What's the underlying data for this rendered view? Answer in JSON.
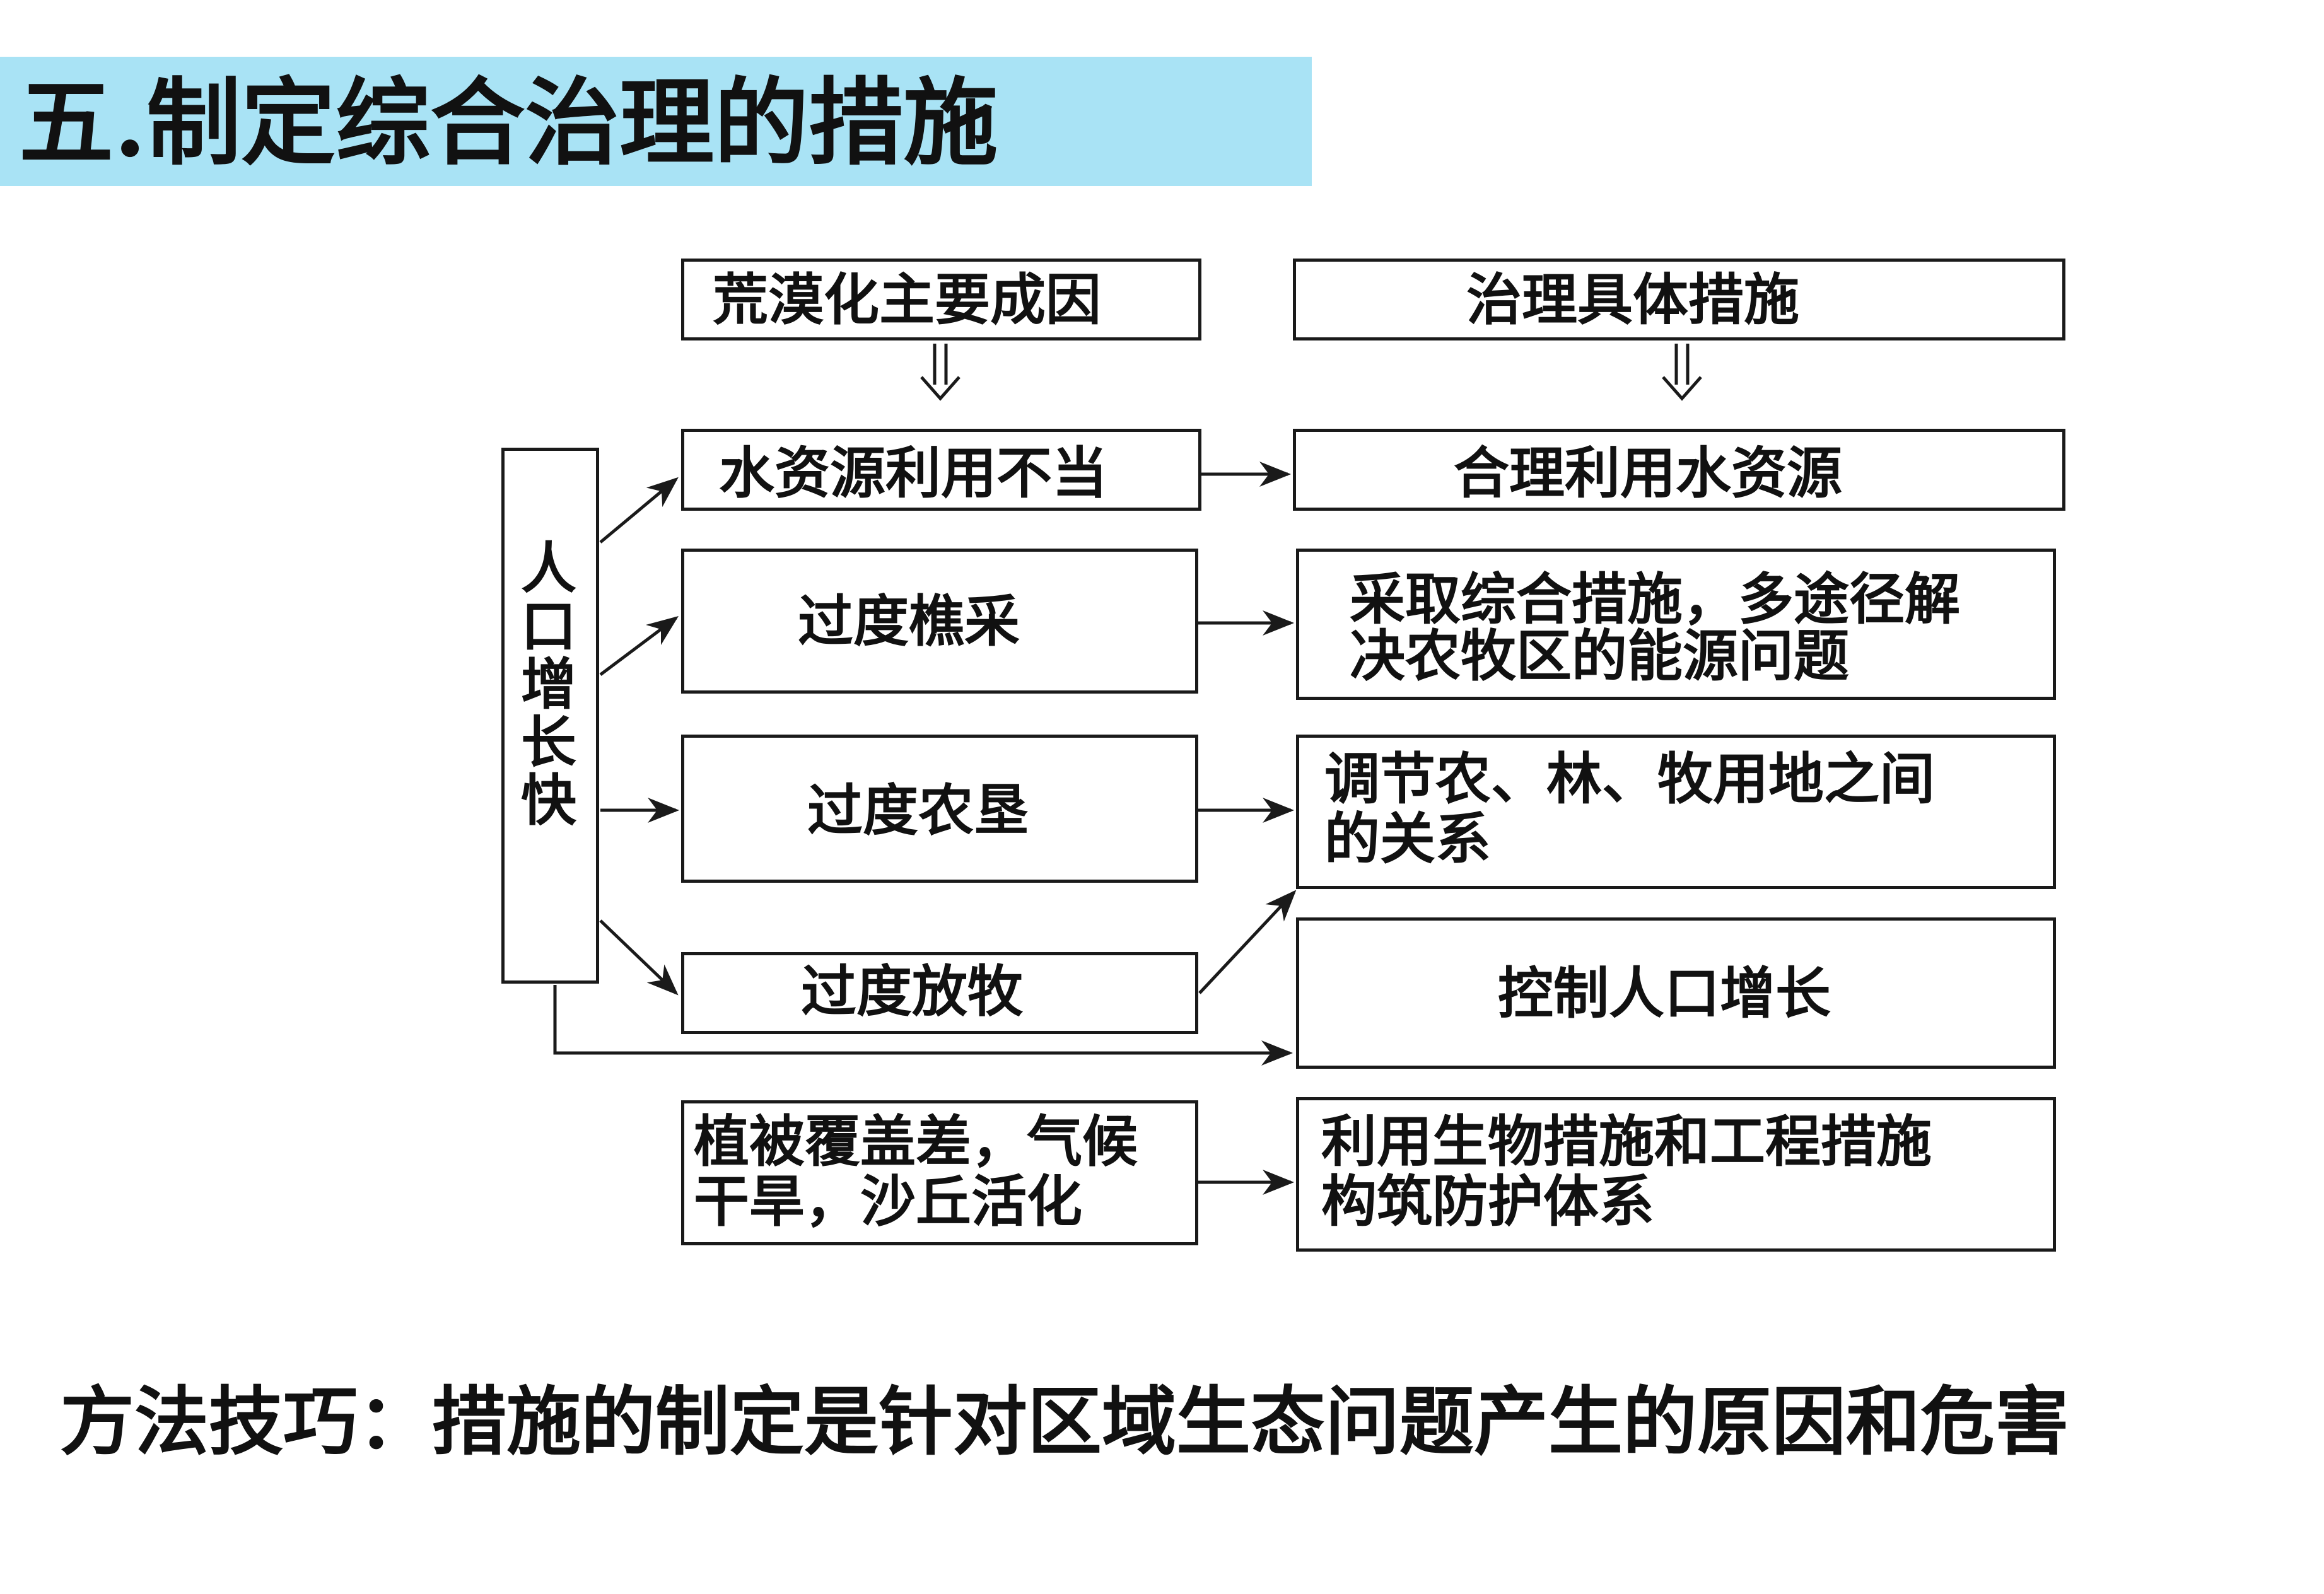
{
  "title": "五.制定综合治理的措施",
  "header_left": "荒漠化主要成因",
  "header_right": "治理具体措施",
  "population": "人口增长快",
  "causes": {
    "water": "水资源利用不当",
    "firewood": "过度樵采",
    "farming": "过度农垦",
    "grazing": "过度放牧",
    "natural_line1": "植被覆盖差，气候",
    "natural_line2": "干旱，沙丘活化"
  },
  "measures": {
    "water": "合理利用水资源",
    "energy_line1": "采取综合措施，多途径解",
    "energy_line2": "决农牧区的能源问题",
    "landuse_line1": "调节农、林、牧用地之间",
    "landuse_line2": "的关系",
    "population": "控制人口增长",
    "engineering_line1": "利用生物措施和工程措施",
    "engineering_line2": "构筑防护体系"
  },
  "summary": "方法技巧：措施的制定是针对区域生态问题产生的原因和危害"
}
